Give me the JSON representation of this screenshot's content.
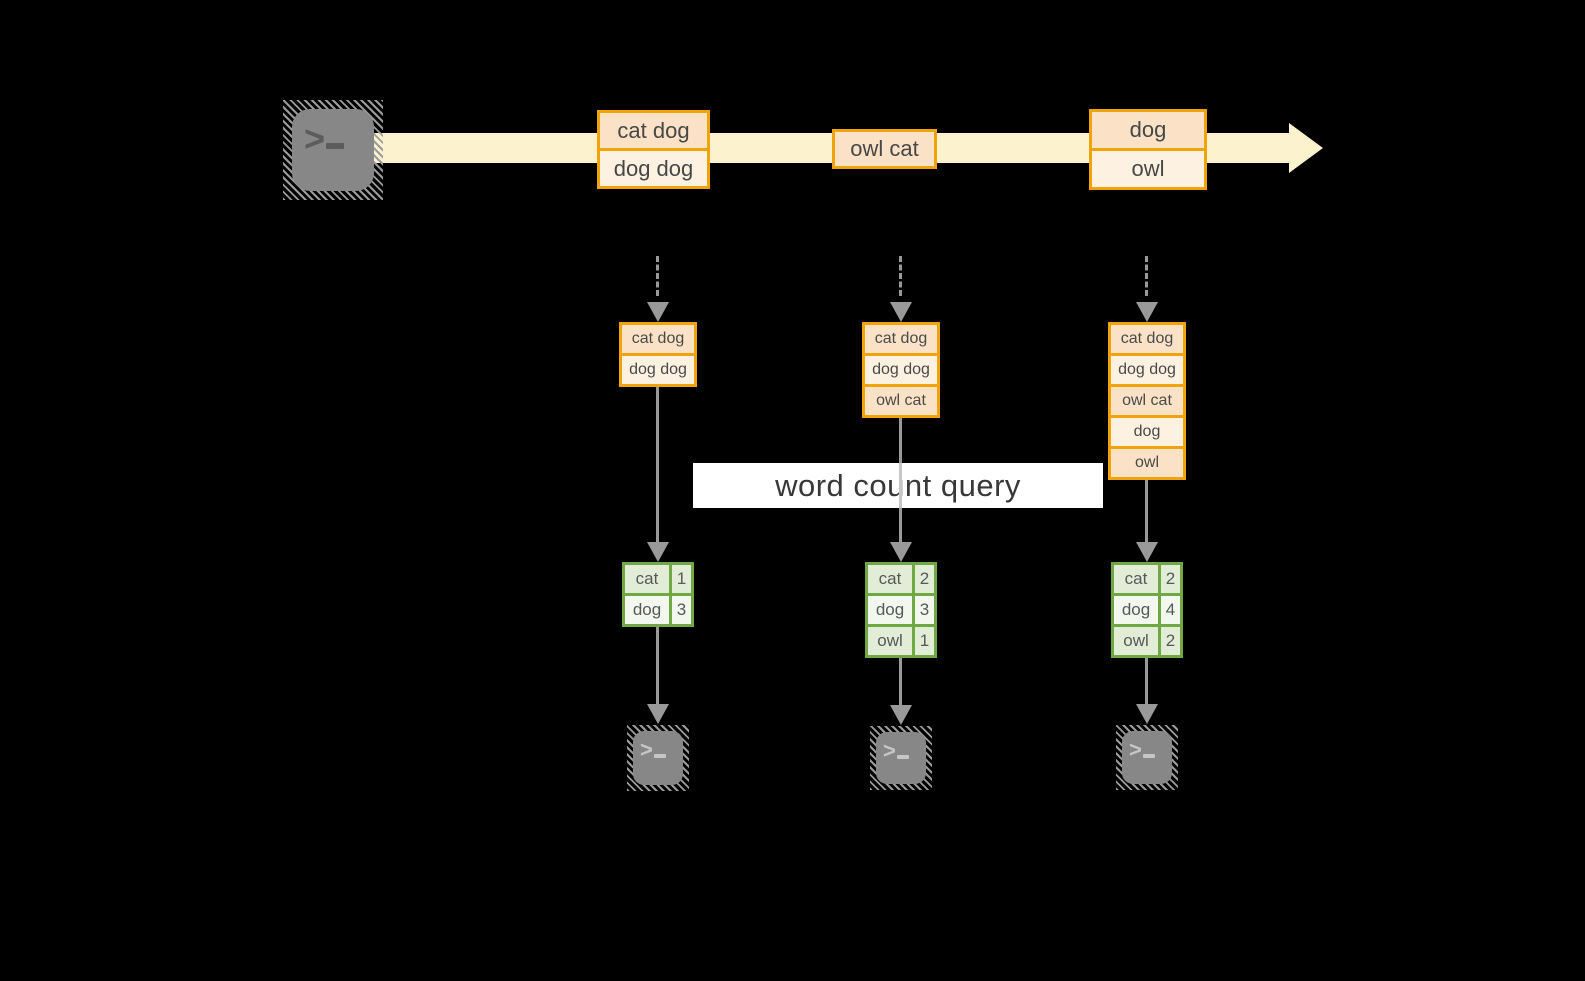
{
  "query_label": "word count query",
  "palette": {
    "stream_band": "#fcf2cd",
    "orange_border": "#f0a30a",
    "peach_fill": "#fbe2c6",
    "cream_fill": "#fdf1e2",
    "green_border": "#70a843",
    "green_cell_dark": "#e2edd8",
    "green_cell_light": "#f3f8ef",
    "connector_gray": "#999999",
    "terminal_gray": "#878787",
    "background": "#000000"
  },
  "icons": {
    "producer": "terminal-icon",
    "consumers": [
      "terminal-icon",
      "terminal-icon",
      "terminal-icon"
    ]
  },
  "stream_events": [
    {
      "lines": [
        "cat dog",
        "dog dog"
      ]
    },
    {
      "lines": [
        "owl cat"
      ]
    },
    {
      "lines": [
        "dog",
        "owl"
      ]
    }
  ],
  "columns": [
    {
      "log": [
        "cat dog",
        "dog dog"
      ],
      "table": {
        "rows": [
          [
            "cat",
            "1"
          ],
          [
            "dog",
            "3"
          ]
        ]
      }
    },
    {
      "log": [
        "cat dog",
        "dog dog",
        "owl cat"
      ],
      "table": {
        "rows": [
          [
            "cat",
            "2"
          ],
          [
            "dog",
            "3"
          ],
          [
            "owl",
            "1"
          ]
        ]
      }
    },
    {
      "log": [
        "cat dog",
        "dog dog",
        "owl cat",
        "dog",
        "owl"
      ],
      "table": {
        "rows": [
          [
            "cat",
            "2"
          ],
          [
            "dog",
            "4"
          ],
          [
            "owl",
            "2"
          ]
        ]
      }
    }
  ]
}
